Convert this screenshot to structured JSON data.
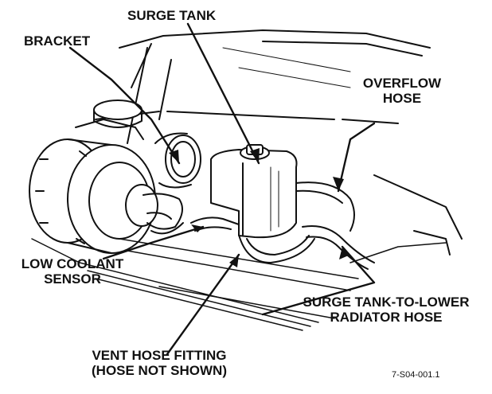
{
  "labels": {
    "surge_tank": "SURGE TANK",
    "bracket": "BRACKET",
    "overflow_hose_1": "OVERFLOW",
    "overflow_hose_2": "HOSE",
    "low_coolant_1": "LOW COOLANT",
    "low_coolant_2": "SENSOR",
    "surge_lower_1": "SURGE TANK-TO-LOWER",
    "surge_lower_2": "RADIATOR HOSE",
    "vent_hose_1": "VENT HOSE FITTING",
    "vent_hose_2": "(HOSE NOT SHOWN)",
    "figure_id": "7-S04-001.1"
  },
  "colors": {
    "ink": "#111111",
    "paper": "#ffffff",
    "shade": "#e8e8e8"
  }
}
